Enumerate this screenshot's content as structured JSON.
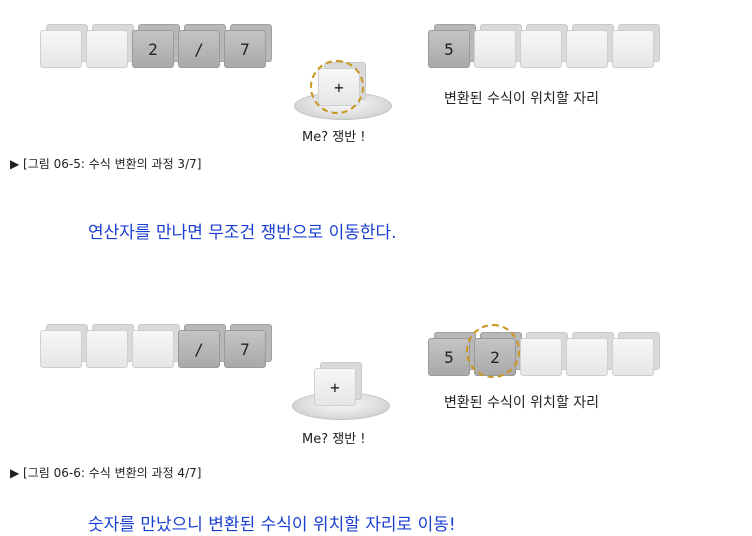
{
  "fig1": {
    "input_cells": [
      "",
      "",
      "2",
      "/",
      "7"
    ],
    "tray_operator": "+",
    "tray_label": "Me? 쟁반 !",
    "output_cells": [
      "5",
      "",
      "",
      "",
      ""
    ],
    "output_label": "변환된 수식이 위치할 자리",
    "caption": "▶ [그림 06-5: 수식 변환의 과정 3/7]",
    "note": "연산자를 만나면 무조건 쟁반으로 이동한다."
  },
  "fig2": {
    "input_cells": [
      "",
      "",
      "",
      "/",
      "7"
    ],
    "tray_operator": "+",
    "tray_label": "Me? 쟁반 !",
    "output_cells": [
      "5",
      "2",
      "",
      "",
      ""
    ],
    "output_label": "변환된 수식이 위치할 자리",
    "caption": "▶ [그림 06-6: 수식 변환의 과정 4/7]",
    "note": "숫자를 만났으니 변환된 수식이 위치할 자리로 이동!"
  }
}
